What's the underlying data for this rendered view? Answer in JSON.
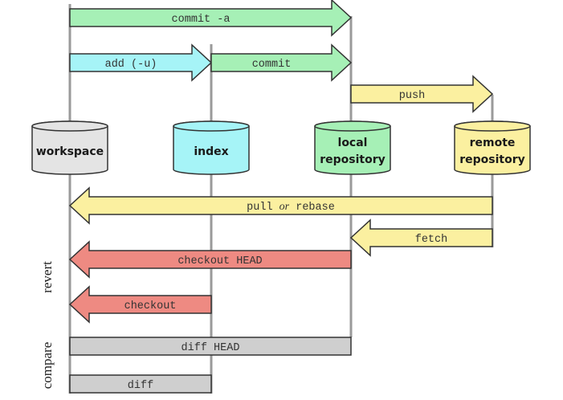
{
  "title": "Git data transport commands",
  "colors": {
    "green": "#a6f0b6",
    "cyan": "#a6f4f7",
    "yellow": "#fbf0a0",
    "red": "#ee8a82",
    "gray": "#cfcfcf",
    "workspace": "#e4e4e4",
    "lane": "#9a9a9a",
    "stroke": "#333333"
  },
  "stores": [
    {
      "id": "workspace",
      "lines": [
        "workspace"
      ],
      "color_key": "workspace"
    },
    {
      "id": "index",
      "lines": [
        "index"
      ],
      "color_key": "cyan"
    },
    {
      "id": "local",
      "lines": [
        "local",
        "repository"
      ],
      "color_key": "green"
    },
    {
      "id": "remote",
      "lines": [
        "remote",
        "repository"
      ],
      "color_key": "yellow"
    }
  ],
  "commands": [
    {
      "id": "commit-a",
      "label": "commit -a",
      "from": "workspace",
      "to": "local",
      "direction": "right",
      "color_key": "green"
    },
    {
      "id": "add",
      "label": "add (-u)",
      "from": "workspace",
      "to": "index",
      "direction": "right",
      "color_key": "cyan"
    },
    {
      "id": "commit",
      "label": "commit",
      "from": "index",
      "to": "local",
      "direction": "right",
      "color_key": "green"
    },
    {
      "id": "push",
      "label": "push",
      "from": "local",
      "to": "remote",
      "direction": "right",
      "color_key": "yellow"
    },
    {
      "id": "pull",
      "label_parts": [
        "pull",
        "or",
        "rebase"
      ],
      "from": "remote",
      "to": "workspace",
      "direction": "left",
      "color_key": "yellow"
    },
    {
      "id": "fetch",
      "label": "fetch",
      "from": "remote",
      "to": "local",
      "direction": "left",
      "color_key": "yellow"
    },
    {
      "id": "checkout-head",
      "label": "checkout HEAD",
      "from": "local",
      "to": "workspace",
      "direction": "left",
      "color_key": "red"
    },
    {
      "id": "checkout",
      "label": "checkout",
      "from": "index",
      "to": "workspace",
      "direction": "left",
      "color_key": "red"
    },
    {
      "id": "diff-head",
      "label": "diff HEAD",
      "from": "workspace",
      "to": "local",
      "direction": "none",
      "color_key": "gray"
    },
    {
      "id": "diff",
      "label": "diff",
      "from": "workspace",
      "to": "index",
      "direction": "none",
      "color_key": "gray"
    }
  ],
  "groups": [
    {
      "id": "revert",
      "label": "revert"
    },
    {
      "id": "compare",
      "label": "compare"
    }
  ]
}
